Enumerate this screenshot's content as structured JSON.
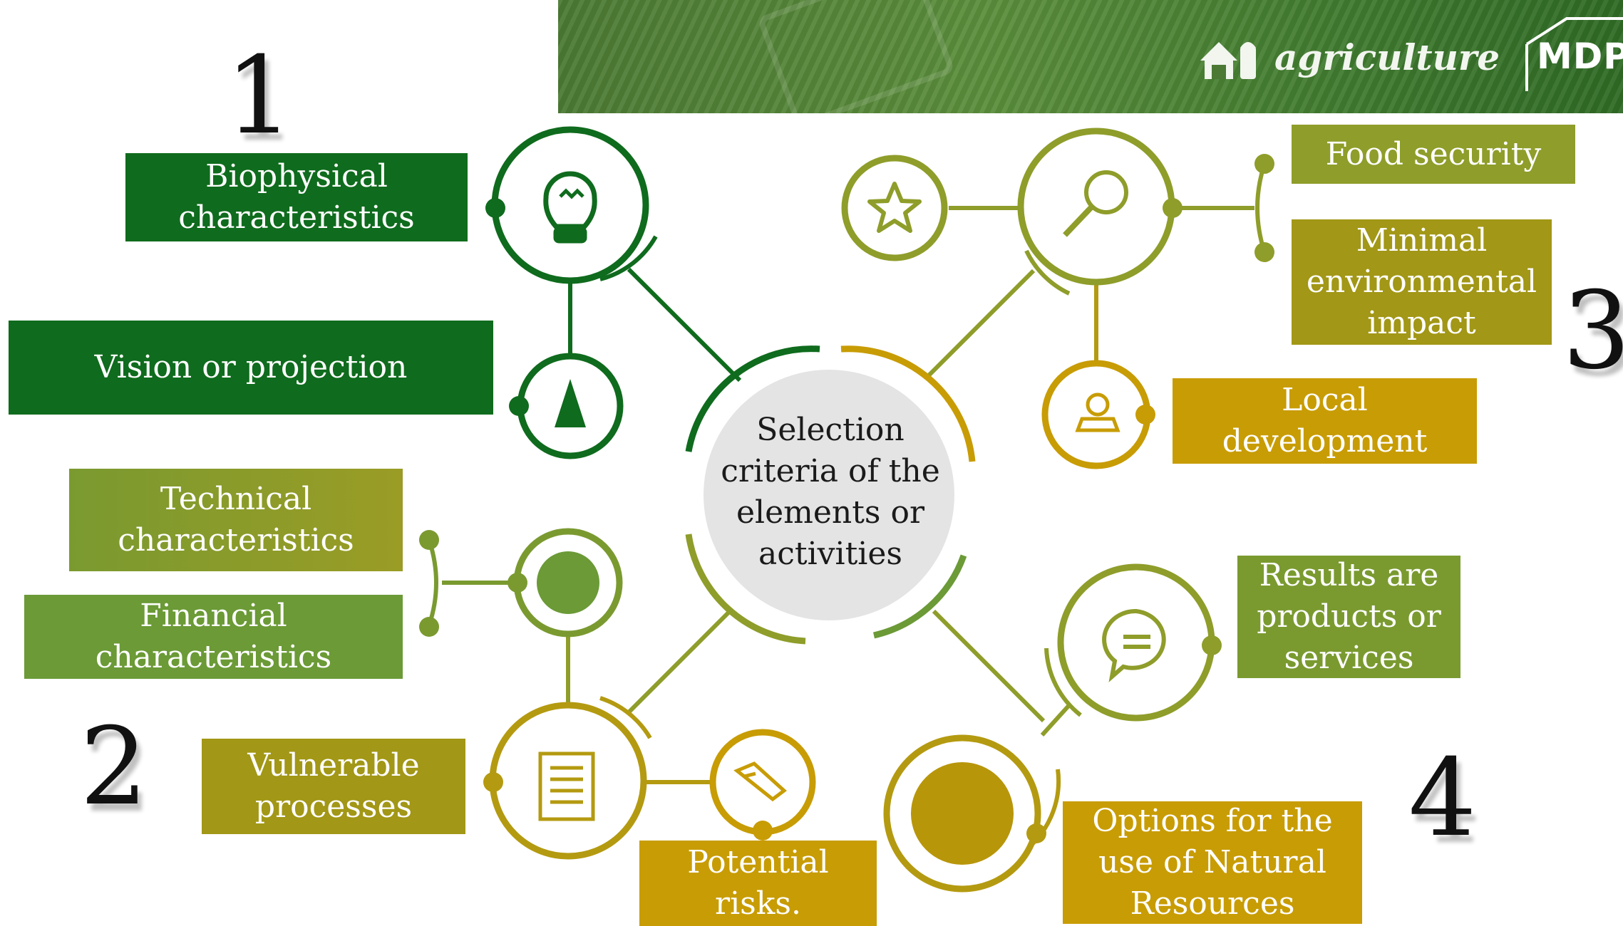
{
  "banner": {
    "journal": "agriculture",
    "publisher": "MDPI",
    "journal_icon": "barn-silo-icon"
  },
  "center": {
    "text": "Selection\ncriteria of the\nelements or\nactivities"
  },
  "numbers": {
    "n1": "1",
    "n2": "2",
    "n3": "3",
    "n4": "4"
  },
  "labels": {
    "biophysical": "Biophysical\ncharacteristics",
    "vision": "Vision or projection",
    "technical": "Technical\ncharacteristics",
    "financial": "Financial\ncharacteristics",
    "vulnerable": "Vulnerable\nprocesses",
    "potential_risks": "Potential\nrisks.",
    "food_security": "Food security",
    "minimal_env": "Minimal\nenvironmental\nimpact",
    "local_dev": "Local\ndevelopment",
    "results": "Results are\nproducts or\nservices",
    "options": "Options for the\nuse of Natural\nResources"
  },
  "icons": {
    "biophysical": "lightbulb-icon",
    "vision": "cone-icon",
    "technical": "dot-icon",
    "vulnerable": "document-icon",
    "potential_risks": "pencil-icon",
    "rating": "star-icon",
    "food_security": "magnifier-icon",
    "local_dev": "user-icon",
    "results": "speech-bubble-icon",
    "options": "dot-icon"
  },
  "colors": {
    "dark_green": "#0f6b1d",
    "mid_green": "#6b9a36",
    "olive": "#8f9d2a",
    "mustard": "#c89c05",
    "center_fill": "#e4e4e4"
  }
}
